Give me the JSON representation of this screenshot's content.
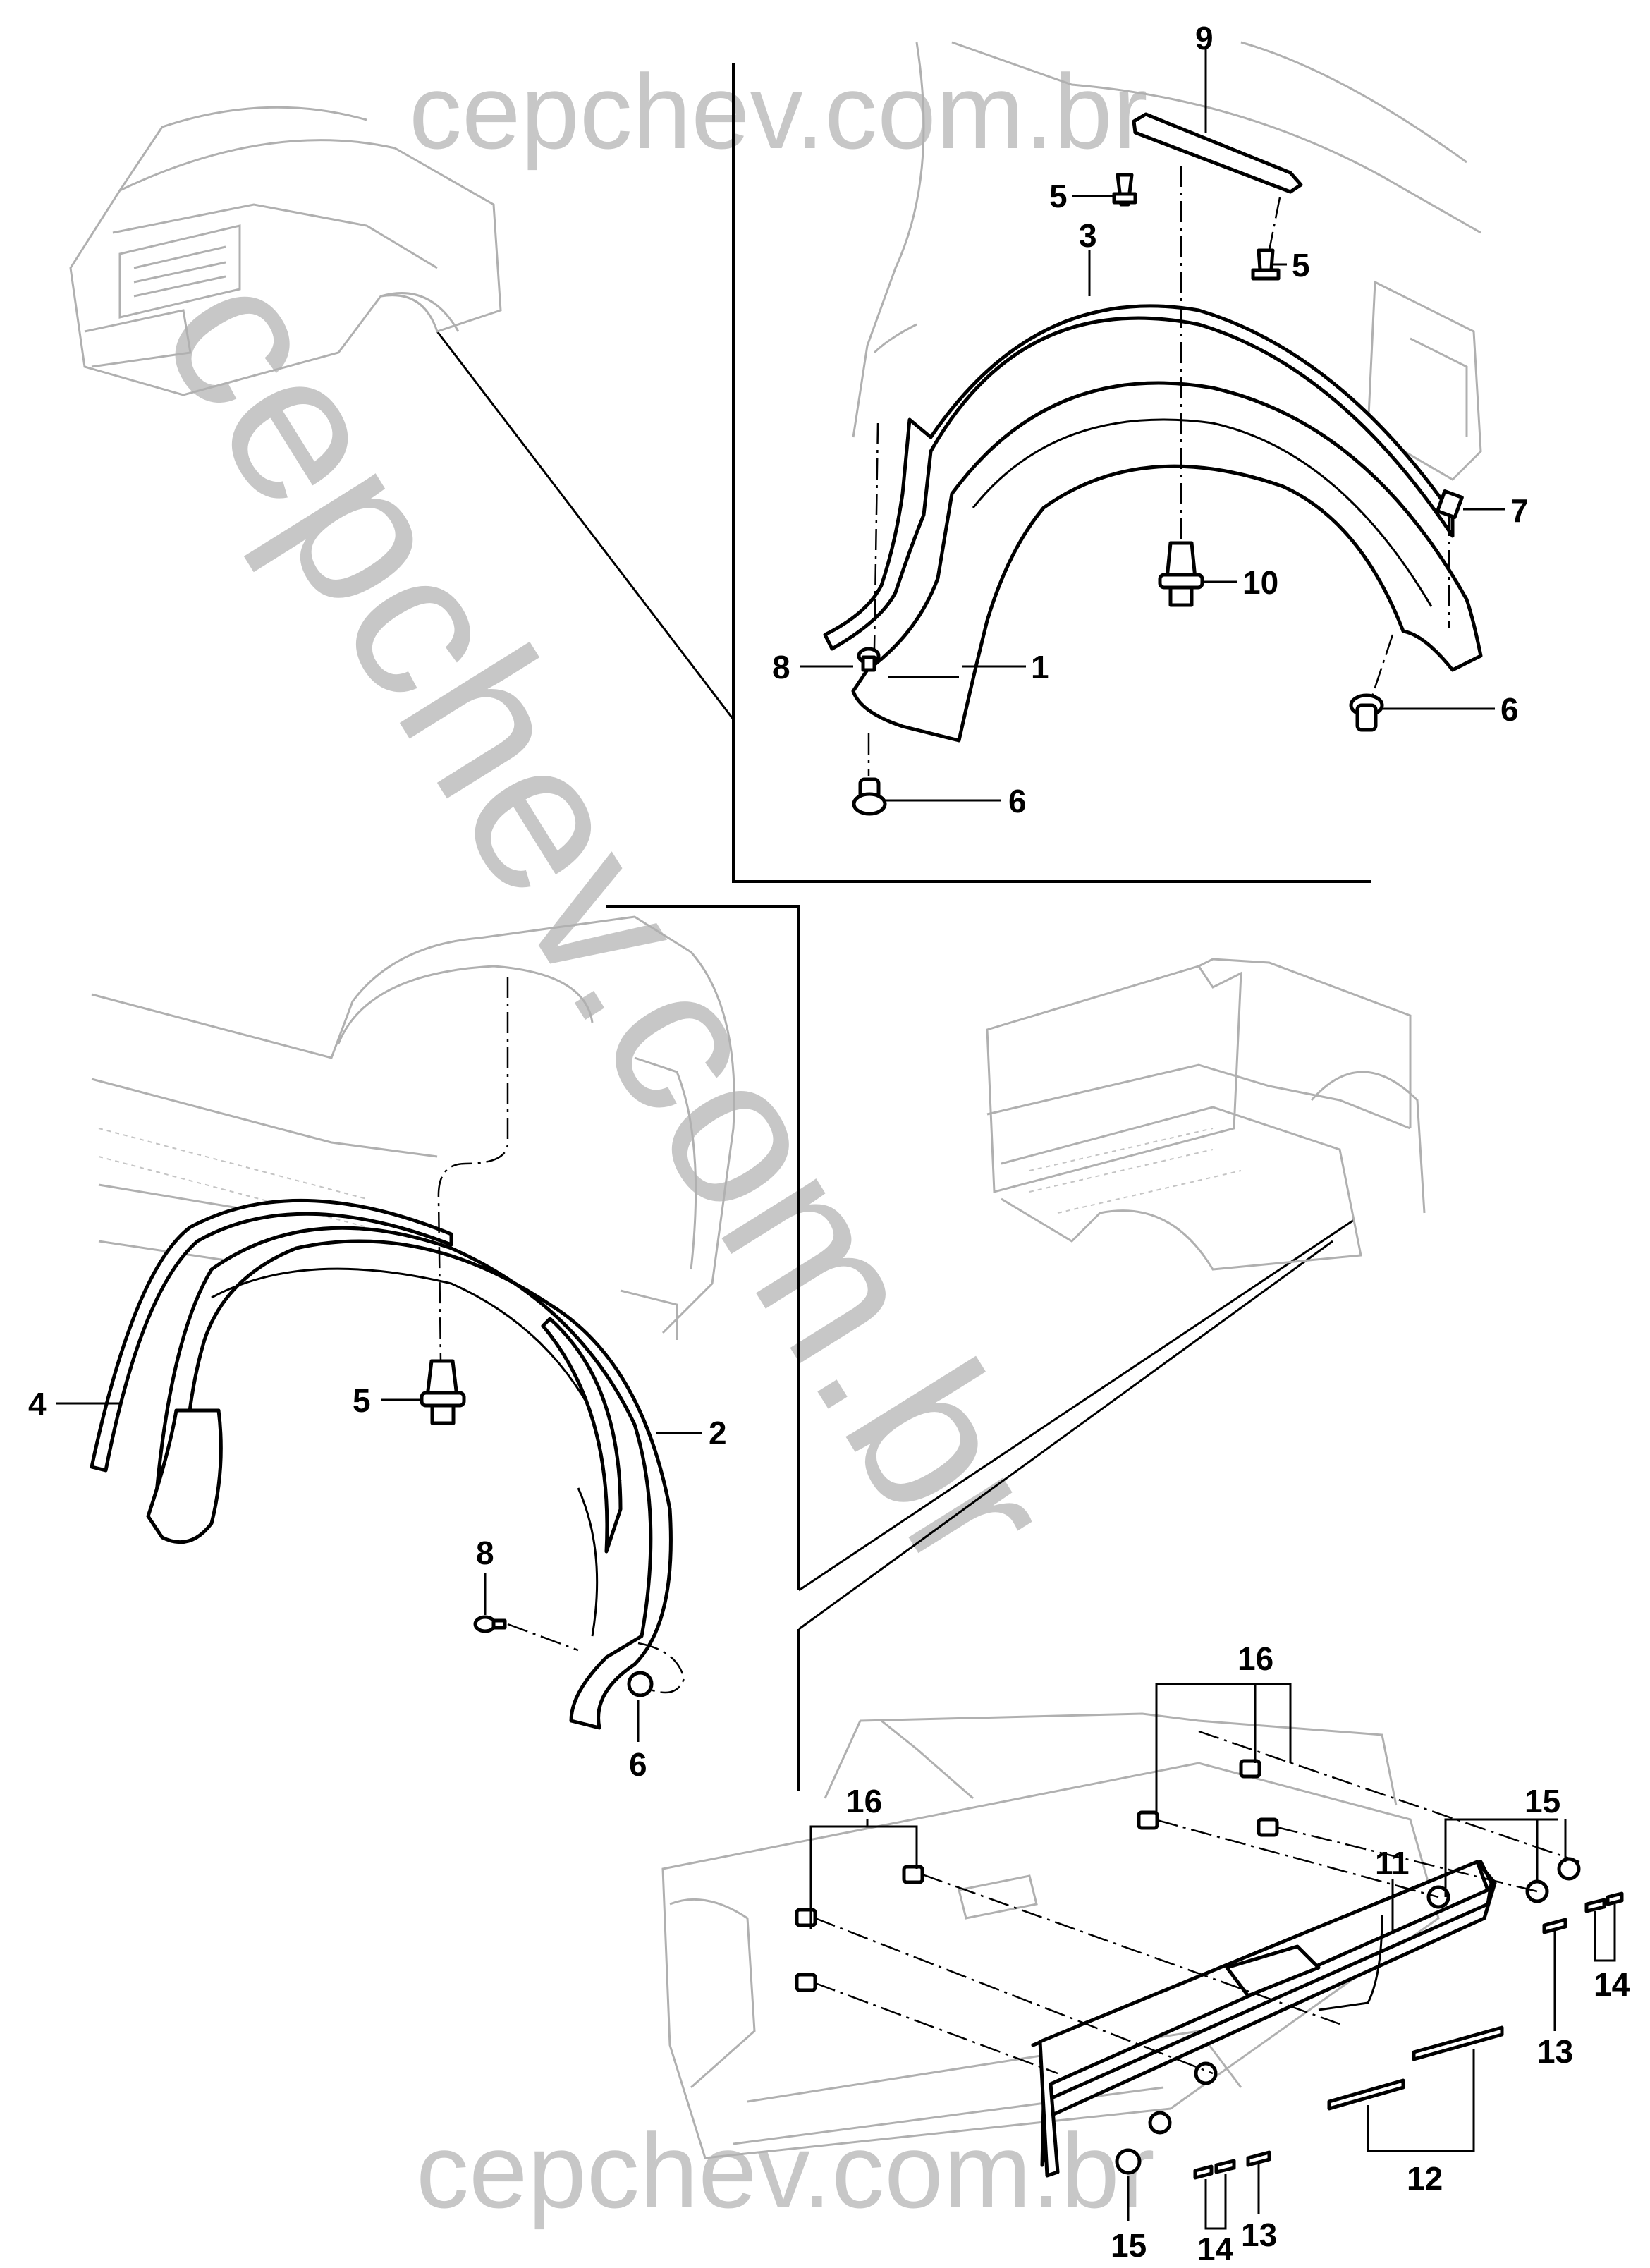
{
  "watermark": {
    "text_top": "cepchev.com.br",
    "text_bottom": "cepchev.com.br",
    "text_diagonal": "cepchev.com.br",
    "color": "#c7c7c7"
  },
  "callouts": {
    "c1": "1",
    "c2": "2",
    "c3": "3",
    "c4": "4",
    "c5a": "5",
    "c5b": "5",
    "c5c": "5",
    "c6a": "6",
    "c6b": "6",
    "c6c": "6",
    "c7": "7",
    "c8a": "8",
    "c8b": "8",
    "c9": "9",
    "c10": "10",
    "c11": "11",
    "c12": "12",
    "c13a": "13",
    "c13b": "13",
    "c14a": "14",
    "c14b": "14",
    "c15a": "15",
    "c15b": "15",
    "c16a": "16",
    "c16b": "16"
  },
  "colors": {
    "line": "#000000",
    "ghost": "#b0b0b0"
  }
}
